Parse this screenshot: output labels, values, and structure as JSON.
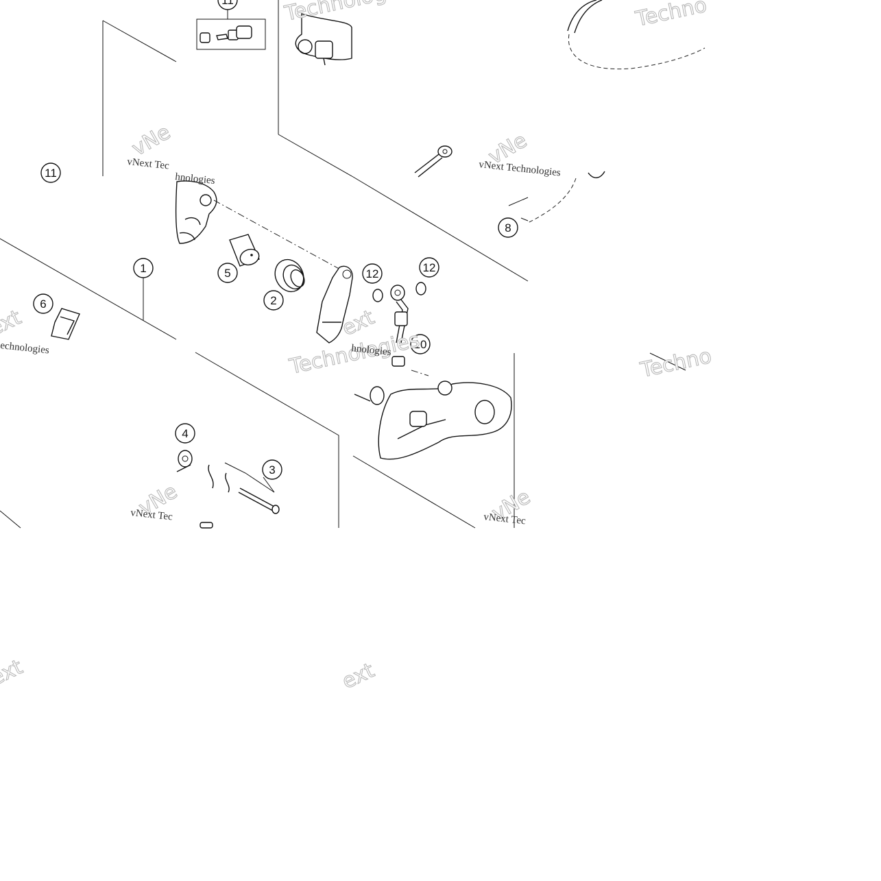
{
  "diagram": {
    "callouts": [
      "11",
      "11",
      "8",
      "1",
      "5",
      "2",
      "12",
      "12",
      "10",
      "6",
      "4",
      "3"
    ],
    "watermark": {
      "technologies": "Technologies",
      "techno": "Techno",
      "vnext_tec": "vNext Tec",
      "vnext_technologies": "vNext Technologies",
      "technologies_short": "echnologies",
      "vne": "vNe",
      "ext": "ext",
      "nologies": "hnologies"
    }
  }
}
